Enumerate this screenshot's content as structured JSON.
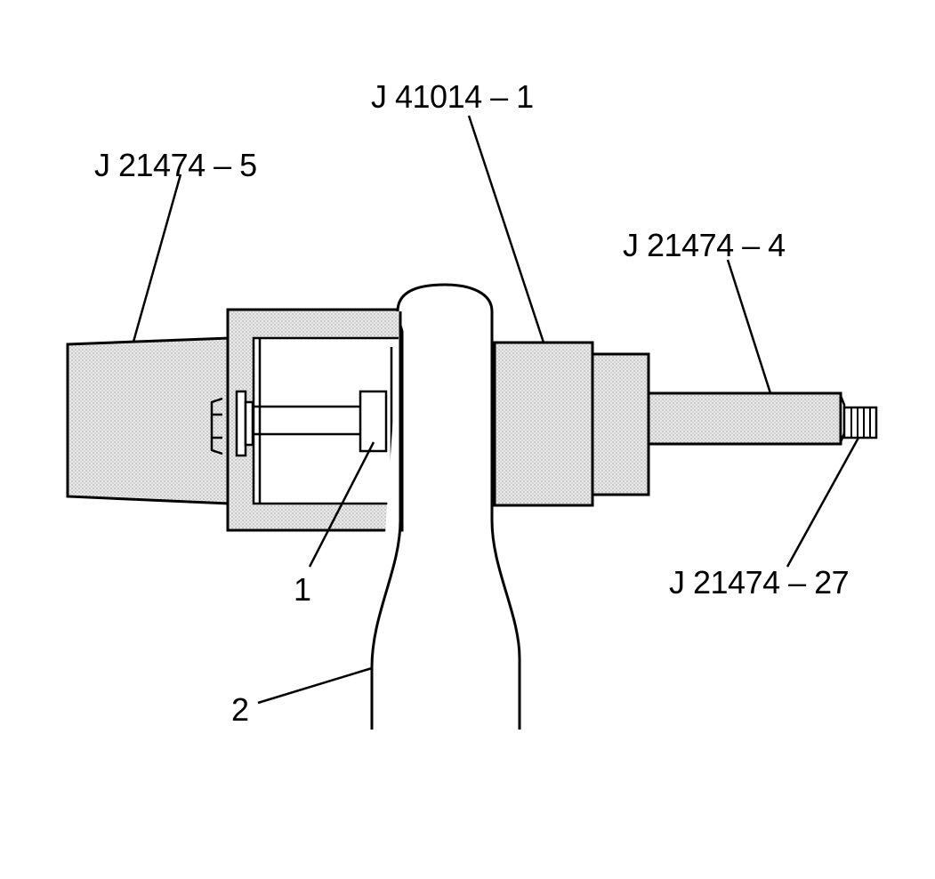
{
  "callouts": {
    "j41014_1": "J 41014 – 1",
    "j21474_5": "J 21474 – 5",
    "j21474_4": "J 21474 – 4",
    "j21474_27": "J 21474 – 27",
    "item_1": "1",
    "item_2": "2"
  },
  "colors": {
    "fill": "#e2e2e2",
    "stroke": "#000000"
  }
}
